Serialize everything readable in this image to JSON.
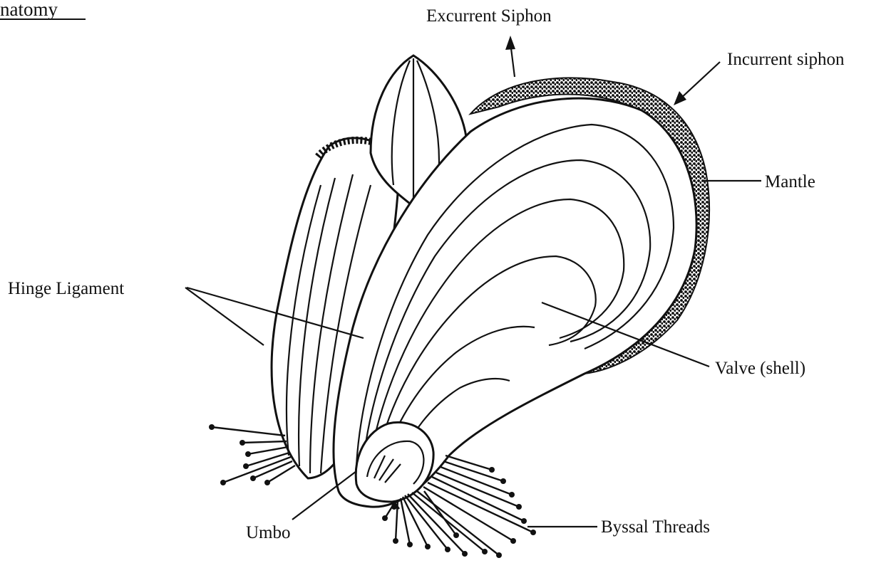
{
  "title": "natomy",
  "labels": {
    "excurrent_siphon": "Excurrent Siphon",
    "incurrent_siphon": "Incurrent siphon",
    "mantle": "Mantle",
    "hinge_ligament": "Hinge Ligament",
    "valve": "Valve (shell)",
    "umbo": "Umbo",
    "byssal_threads": "Byssal Threads"
  },
  "colors": {
    "ink": "#111111",
    "paper": "#ffffff"
  }
}
